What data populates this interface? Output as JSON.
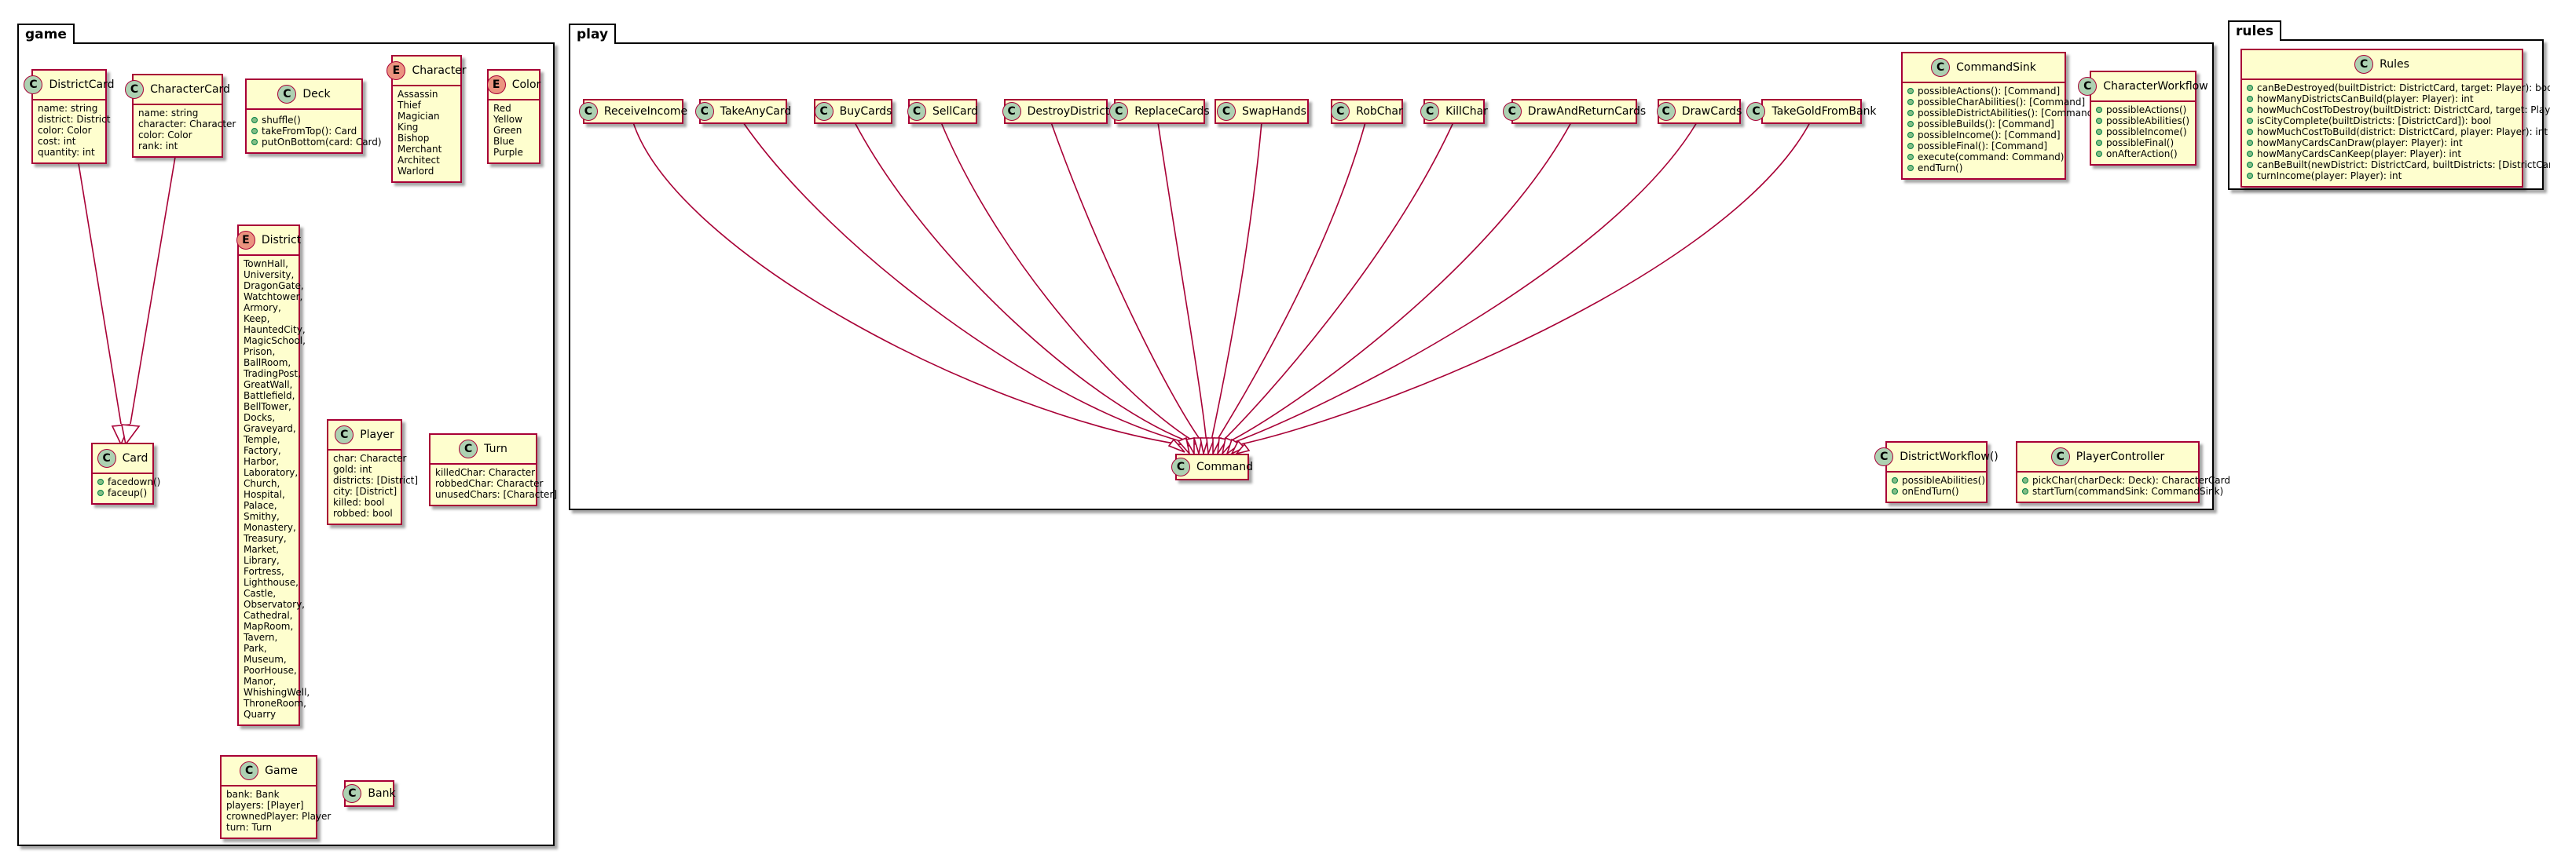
{
  "packages": {
    "game": {
      "name": "game",
      "classes": {
        "district_card": {
          "kind": "C",
          "name": "DistrictCard",
          "fields": [
            "name: string",
            "district: District",
            "color: Color",
            "cost: int",
            "quantity: int"
          ]
        },
        "character_card": {
          "kind": "C",
          "name": "CharacterCard",
          "fields": [
            "name: string",
            "character: Character",
            "color: Color",
            "rank: int"
          ]
        },
        "deck": {
          "kind": "C",
          "name": "Deck",
          "methods": [
            "shuffle()",
            "takeFromTop(): Card",
            "putOnBottom(card: Card)"
          ]
        },
        "character": {
          "kind": "E",
          "name": "Character",
          "values": [
            "Assassin",
            "Thief",
            "Magician",
            "King",
            "Bishop",
            "Merchant",
            "Architect",
            "Warlord"
          ]
        },
        "color": {
          "kind": "E",
          "name": "Color",
          "values": [
            "Red",
            "Yellow",
            "Green",
            "Blue",
            "Purple"
          ]
        },
        "district": {
          "kind": "E",
          "name": "District",
          "values": [
            "TownHall,",
            "University,",
            "DragonGate,",
            "Watchtower,",
            "Armory,",
            "Keep,",
            "HauntedCity,",
            "MagicSchool,",
            "Prison,",
            "BallRoom,",
            "TradingPost,",
            "GreatWall,",
            "Battlefield,",
            "BellTower,",
            "Docks,",
            "Graveyard,",
            "Temple,",
            "Factory,",
            "Harbor,",
            "Laboratory,",
            "Church,",
            "Hospital,",
            "Palace,",
            "Smithy,",
            "Monastery,",
            "Treasury,",
            "Market,",
            "Library,",
            "Fortress,",
            "Lighthouse,",
            "Castle,",
            "Observatory,",
            "Cathedral,",
            "MapRoom,",
            "Tavern,",
            "Park,",
            "Museum,",
            "PoorHouse,",
            "Manor,",
            "WhishingWell,",
            "ThroneRoom,",
            "Quarry"
          ]
        },
        "card": {
          "kind": "C",
          "name": "Card",
          "methods": [
            "facedown()",
            "faceup()"
          ]
        },
        "player": {
          "kind": "C",
          "name": "Player",
          "fields": [
            "char: Character",
            "gold: int",
            "districts: [District]",
            "city: [District]",
            "killed: bool",
            "robbed: bool"
          ]
        },
        "turn": {
          "kind": "C",
          "name": "Turn",
          "fields": [
            "killedChar: Character",
            "robbedChar: Character",
            "unusedChars: [Character]"
          ]
        },
        "game": {
          "kind": "C",
          "name": "Game",
          "fields": [
            "bank: Bank",
            "players: [Player]",
            "crownedPlayer: Player",
            "turn: Turn"
          ]
        },
        "bank": {
          "kind": "C",
          "name": "Bank"
        }
      }
    },
    "play": {
      "name": "play",
      "commands": [
        "ReceiveIncome",
        "TakeAnyCard",
        "BuyCards",
        "SellCard",
        "DestroyDistrict",
        "ReplaceCards",
        "SwapHands",
        "RobChar",
        "KillChar",
        "DrawAndReturnCards",
        "DrawCards",
        "TakeGoldFromBank"
      ],
      "classes": {
        "command": {
          "kind": "C",
          "name": "Command"
        },
        "command_sink": {
          "kind": "C",
          "name": "CommandSink",
          "methods": [
            "possibleActions(): [Command]",
            "possibleCharAbilities(): [Command]",
            "possibleDistrictAbilities(): [Command]",
            "possibleBuilds(): [Command]",
            "possibleIncome(): [Command]",
            "possibleFinal(): [Command]",
            "execute(command: Command)",
            "endTurn()"
          ]
        },
        "character_workflow": {
          "kind": "C",
          "name": "CharacterWorkflow",
          "methods": [
            "possibleActions()",
            "possibleAbilities()",
            "possibleIncome()",
            "possibleFinal()",
            "onAfterAction()"
          ]
        },
        "district_workflow": {
          "kind": "C",
          "name": "DistrictWorkflow()",
          "methods": [
            "possibleAbilities()",
            "onEndTurn()"
          ]
        },
        "player_controller": {
          "kind": "C",
          "name": "PlayerController",
          "methods": [
            "pickChar(charDeck: Deck): CharacterCard",
            "startTurn(commandSink: CommandSink)"
          ]
        }
      }
    },
    "rules": {
      "name": "rules",
      "classes": {
        "rules": {
          "kind": "C",
          "name": "Rules",
          "methods": [
            "canBeDestroyed(builtDistrict: DistrictCard, target: Player): bool",
            "howManyDistrictsCanBuild(player: Player): int",
            "howMuchCostToDestroy(builtDistrict: DistrictCard, target: Player): int",
            "isCityComplete(builtDistricts: [DistrictCard]): bool",
            "howMuchCostToBuild(district: DistrictCard, player: Player): int",
            "howManyCardsCanDraw(player: Player): int",
            "howManyCardsCanKeep(player: Player): int",
            "canBeBuilt(newDistrict: DistrictCard, builtDistricts: [DistrictCard])",
            "turnIncome(player: Player): int"
          ]
        }
      }
    }
  }
}
